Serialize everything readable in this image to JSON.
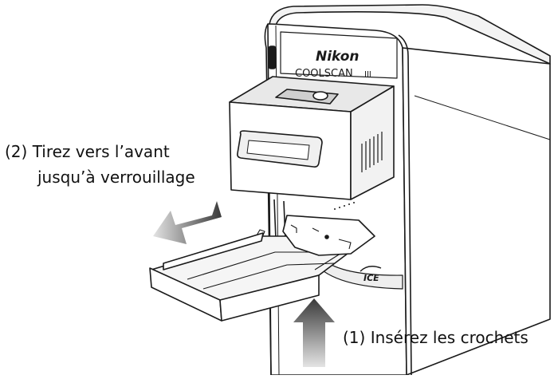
{
  "brand": {
    "logo": "Nikon",
    "model": "COOLSCAN",
    "model_suffix": "III",
    "feature_badge": "ICE"
  },
  "instructions": {
    "step2_line1": "(2) Tirez vers l’avant",
    "step2_line2": "jusqu’à verrouillage",
    "step1": "(1) Insérez les crochets"
  },
  "colors": {
    "line": "#1a1a1a",
    "arrow_dark": "#3a3a3a",
    "arrow_light": "#d0d0d0",
    "body_fill": "#ffffff",
    "shade": "#e6e6e6"
  }
}
